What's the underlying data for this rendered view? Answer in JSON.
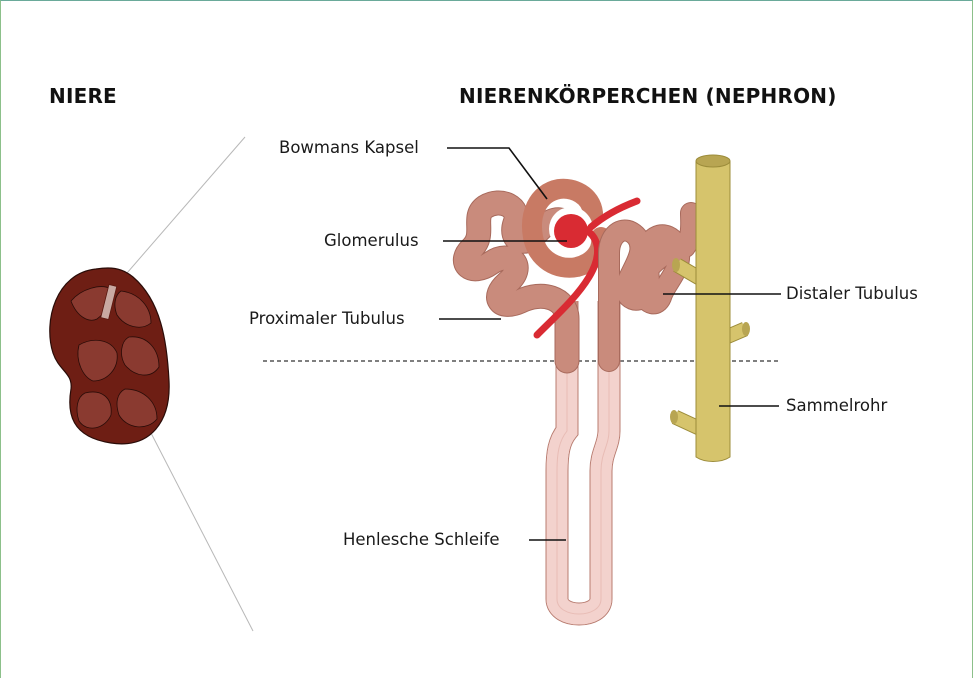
{
  "headings": {
    "kidney": "NIERE",
    "nephron": "NIERENKÖRPERCHEN (NEPHRON)"
  },
  "labels": {
    "bowman": "Bowmans Kapsel",
    "glomerulus": "Glomerulus",
    "proximal": "Proximaler Tubulus",
    "henle": "Henlesche Schleife",
    "distal": "Distaler Tubulus",
    "collecting": "Sammelrohr"
  },
  "colors": {
    "kidney_outer": "#6e1e14",
    "kidney_inner": "#8a3a30",
    "tubule_dark": "#c98b7c",
    "tubule_light": "#f3d2cd",
    "capsule": "#c87a64",
    "glomerulus": "#d92b33",
    "blood_vessel": "#d92b33",
    "collecting_duct": "#d6c46c",
    "collecting_duct_edge": "#9c8c3a"
  }
}
